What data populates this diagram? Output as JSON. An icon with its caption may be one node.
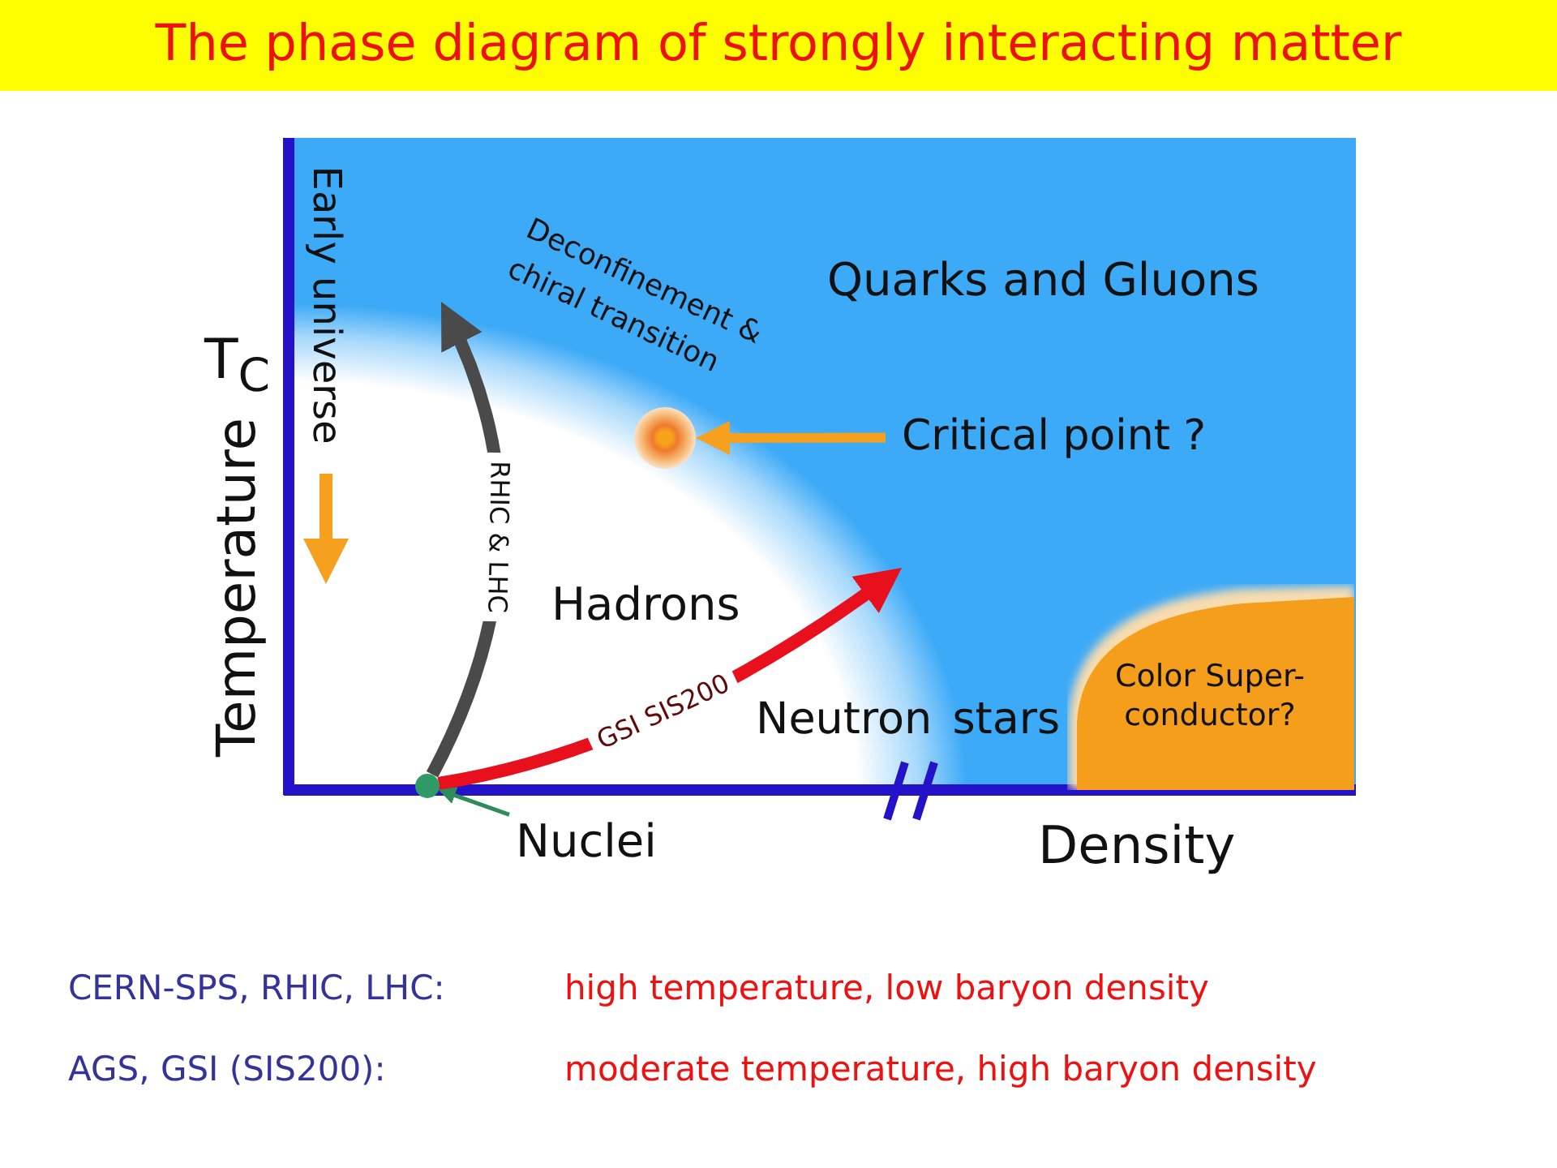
{
  "diagram": {
    "title": "The phase diagram of strongly interacting matter",
    "nodes": [
      {
        "text": [
          "Critical point ?"
        ]
      },
      {
        "text": [],
        "shape": "circle"
      },
      {
        "text": [
          "Nuclei"
        ]
      },
      {
        "text": [],
        "shape": "circle"
      },
      {
        "text": [
          "Color Super-conductor?"
        ]
      }
    ],
    "edges": [
      {
        "from": 0,
        "to": 1,
        "arrow": "to",
        "color": "#f5a01e"
      },
      {
        "from": 2,
        "to": 3,
        "arrow": "to",
        "color": "#2e8b5a"
      },
      {
        "from": 3,
        "to": null,
        "arrow": "to",
        "label": "RHIC & LHC",
        "color": "#4a4a4a"
      },
      {
        "from": 3,
        "to": null,
        "arrow": "to",
        "label": "GSI SIS200",
        "color": "#e8101c"
      }
    ],
    "labels": [
      "Quarks and Gluons",
      "Early universe",
      "T$_{C}$",
      "Temperature",
      "Deconfinement & chiral transition",
      "Hadrons",
      "Neutron stars",
      "Density",
      "CERN-SPS, RHIC, LHC:",
      "high temperature, low baryon density",
      "AGS, GSI (SIS200):",
      "moderate temperature, high baryon density"
    ]
  }
}
